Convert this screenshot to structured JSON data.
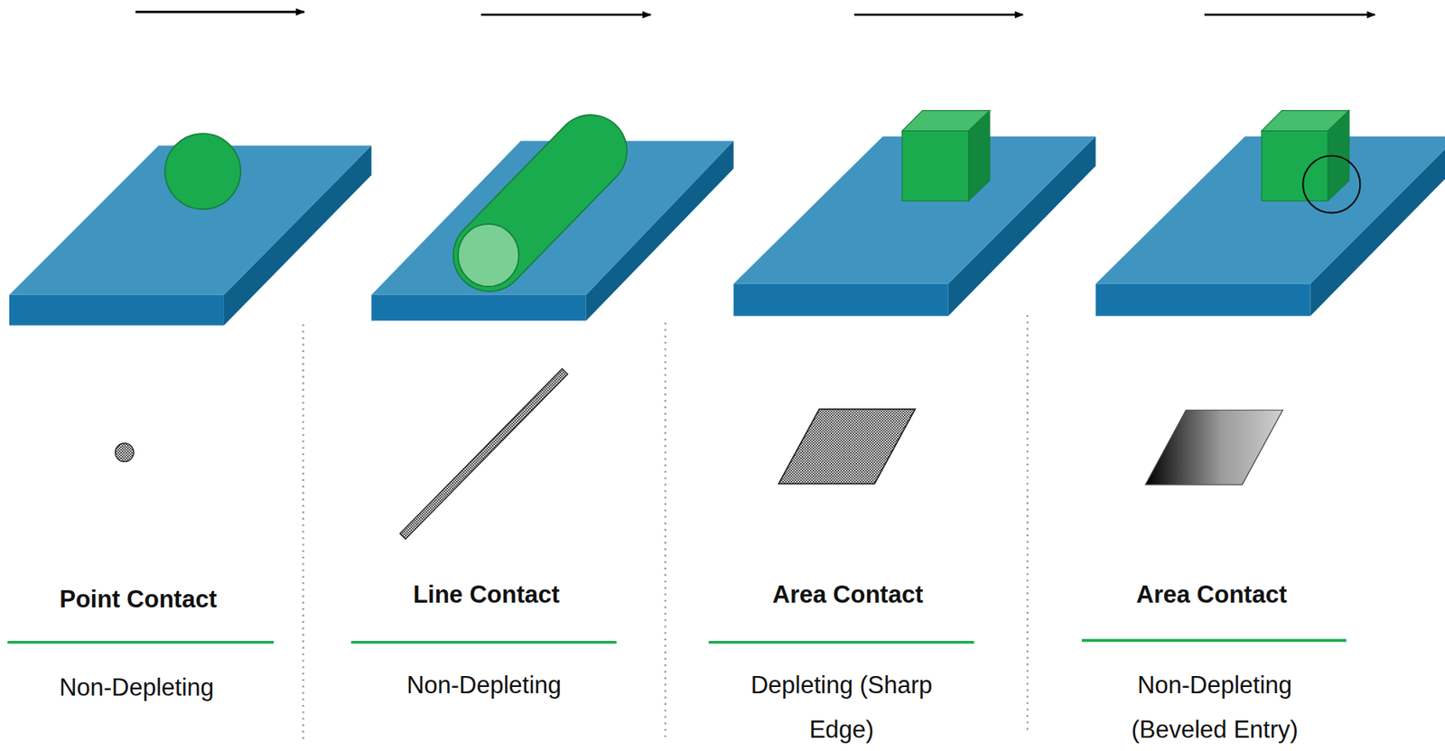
{
  "diagram": {
    "labels": [
      "Point Contact",
      "Non-Depleting",
      "Line Contact",
      "Non-Depleting",
      "Area Contact",
      "Depleting (Sharp Edge)",
      "Area Contact",
      "Non-Depleting (Beveled Entry)"
    ]
  }
}
